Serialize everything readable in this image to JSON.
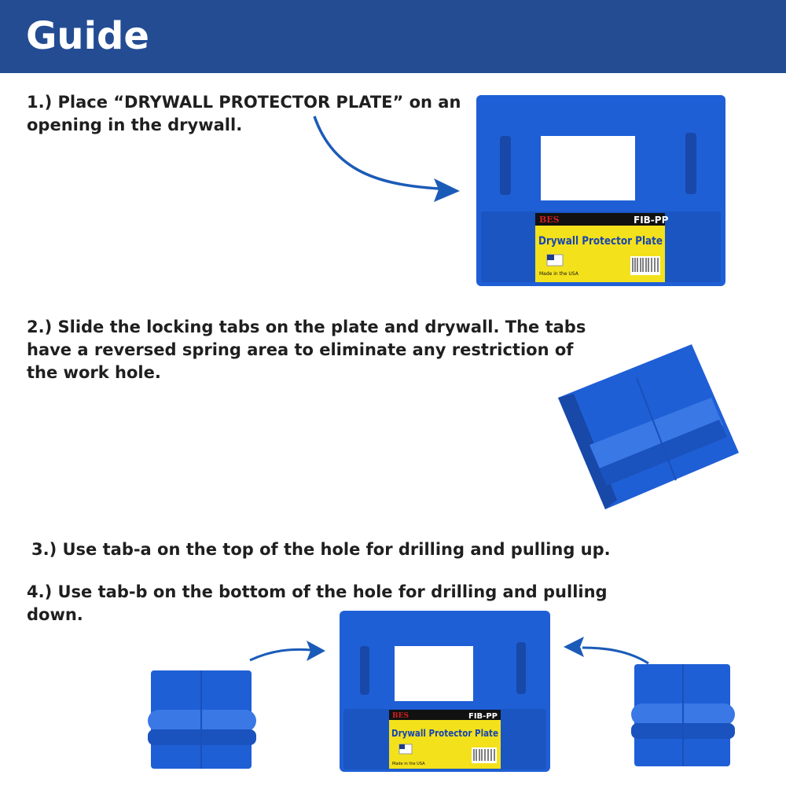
{
  "header": {
    "title": "Guide",
    "background": "#234c93"
  },
  "steps": [
    {
      "line1": "1.) Place “DRYWALL PROTECTOR PLATE” on an",
      "line2": "opening in the drywall."
    },
    {
      "line1": "2.) Slide the locking tabs on the plate and drywall. The tabs",
      "line2": "have a reversed spring area to eliminate any restriction of",
      "line3": "the work hole."
    },
    {
      "line1": "3.) Use tab-a on the top of the hole for drilling and pulling up."
    },
    {
      "line1": "4.) Use tab-b on the bottom of the hole for drilling and pulling",
      "line2": "down."
    }
  ],
  "product_label": {
    "brand": "BES",
    "model": "FIB-PP",
    "name": "Drywall Protector Plate",
    "made_in": "Made in the USA"
  },
  "colors": {
    "plastic_blue": "#1f5fd6",
    "arrow_blue": "#1b5bb8",
    "label_yellow": "#f3e11c"
  }
}
